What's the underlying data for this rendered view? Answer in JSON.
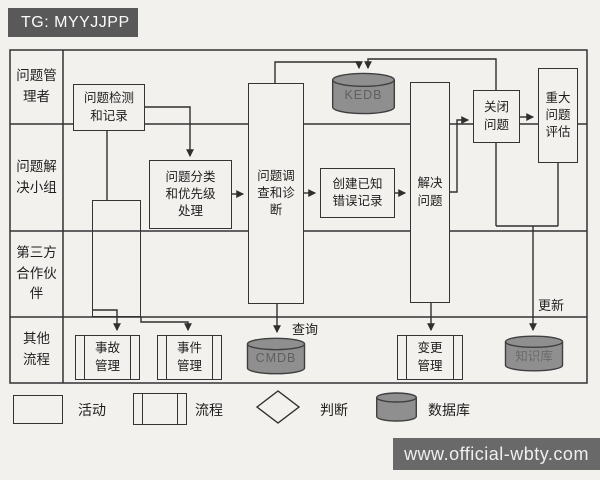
{
  "header": {
    "tag_label": "TG: MYYJJPP"
  },
  "footer": {
    "watermark": "www.official-wbty.com"
  },
  "colors": {
    "paper": "#f3f1ee",
    "header_bar": "#595959",
    "footer_bar": "#696969",
    "line": "#2f2f2f",
    "cylinder_fill": "#8f8f8f",
    "cylinder_stroke": "#3f3f3f"
  },
  "swimlanes": [
    {
      "label": "问题管\n理者"
    },
    {
      "label": "问题解\n决小组"
    },
    {
      "label": "第三方\n合作伙\n伴"
    },
    {
      "label": "其他\n流程"
    }
  ],
  "nodes": {
    "problem_detection": "问题检测\n和记录",
    "classification": "问题分类\n和优先级\n处理",
    "investigation": "问题调\n查和诊\n断",
    "create_known_error": "创建已知\n错误记录",
    "resolve_problem": "解决\n问题",
    "close_problem": "关闭\n问题",
    "major_problem_review": "重大\n问题\n评估",
    "incident_mgmt": "事故\n管理",
    "event_mgmt": "事件\n管理",
    "change_mgmt": "变更\n管理"
  },
  "databases": {
    "kedb": "KEDB",
    "cmdb": "CMDB",
    "knowledge_base": "知识库"
  },
  "edge_labels": {
    "query": "查询",
    "update": "更新"
  },
  "legend": {
    "activity": "活动",
    "process": "流程",
    "decision": "判断",
    "database": "数据库"
  }
}
